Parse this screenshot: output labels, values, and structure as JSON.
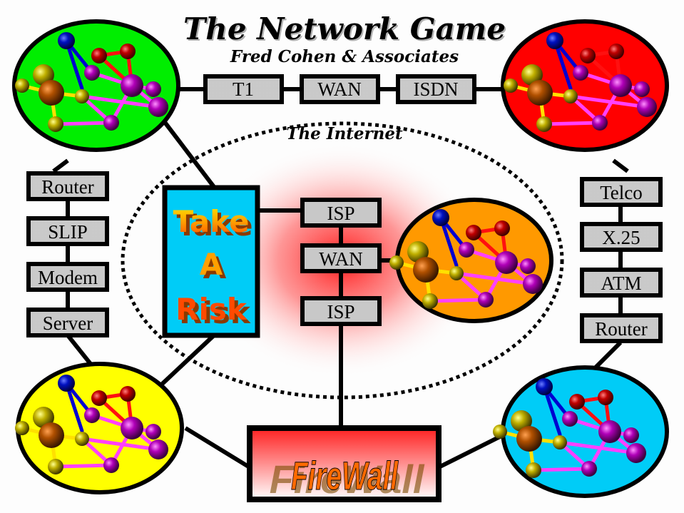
{
  "header": {
    "title": "The Network Game",
    "subtitle": "Fred Cohen & Associates"
  },
  "internet_label": "The Internet",
  "top_links": [
    "T1",
    "WAN",
    "ISDN"
  ],
  "left_links": [
    "Router",
    "SLIP",
    "Modem",
    "Server"
  ],
  "right_links": [
    "Telco",
    "X.25",
    "ATM",
    "Router"
  ],
  "center_links": [
    "ISP",
    "WAN",
    "ISP"
  ],
  "take_a_risk": {
    "line1": "Take",
    "line2": "A",
    "line3": "Risk"
  },
  "firewall_label": "FireWall",
  "networks": [
    {
      "id": "top-left",
      "color": "#00ee00"
    },
    {
      "id": "top-right",
      "color": "#ff0000"
    },
    {
      "id": "bottom-left",
      "color": "#ffff00"
    },
    {
      "id": "bottom-right",
      "color": "#00ccf7"
    },
    {
      "id": "center",
      "color": "#ff9900"
    }
  ],
  "colors": {
    "box_fill": "#c8c8c8",
    "risk_panel": "#00ccf7",
    "firewall_top": "#ff2020",
    "firewall_text": "#ff6a00",
    "internet_glow": "#ff2a2a"
  }
}
